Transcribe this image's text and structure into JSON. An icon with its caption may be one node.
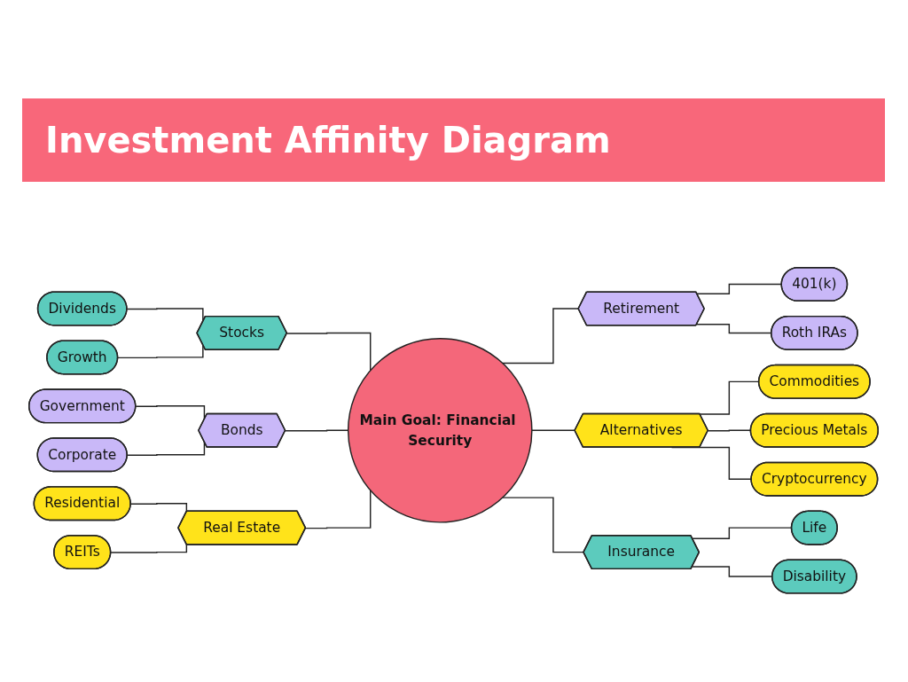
{
  "diagram": {
    "title": "Investment Affinity Diagram",
    "nodes": [
      {
        "text": [
          "Main Goal: Financial Security"
        ]
      },
      {
        "text": [
          "Stocks"
        ]
      },
      {
        "text": [
          "Dividends"
        ]
      },
      {
        "text": [
          "Growth"
        ]
      },
      {
        "text": [
          "Bonds"
        ]
      },
      {
        "text": [
          "Government"
        ]
      },
      {
        "text": [
          "Corporate"
        ]
      },
      {
        "text": [
          "Real Estate"
        ]
      },
      {
        "text": [
          "Residential"
        ]
      },
      {
        "text": [
          "REITs"
        ]
      },
      {
        "text": [
          "Retirement"
        ]
      },
      {
        "text": [
          "401(k)"
        ]
      },
      {
        "text": [
          "Roth IRAs"
        ]
      },
      {
        "text": [
          "Alternatives"
        ]
      },
      {
        "text": [
          "Commodities"
        ]
      },
      {
        "text": [
          "Precious Metals"
        ]
      },
      {
        "text": [
          "Cryptocurrency"
        ]
      },
      {
        "text": [
          "Insurance"
        ]
      },
      {
        "text": [
          "Life"
        ]
      },
      {
        "text": [
          "Disability"
        ]
      }
    ],
    "edges": [
      {
        "from": 2,
        "to": 1,
        "arrow": "none"
      },
      {
        "from": 3,
        "to": 1,
        "arrow": "none"
      },
      {
        "from": 1,
        "to": 0,
        "arrow": "none"
      },
      {
        "from": 5,
        "to": 4,
        "arrow": "none"
      },
      {
        "from": 6,
        "to": 4,
        "arrow": "none"
      },
      {
        "from": 4,
        "to": 0,
        "arrow": "none"
      },
      {
        "from": 8,
        "to": 7,
        "arrow": "none"
      },
      {
        "from": 9,
        "to": 7,
        "arrow": "none"
      },
      {
        "from": 7,
        "to": 0,
        "arrow": "none"
      },
      {
        "from": 0,
        "to": 10,
        "arrow": "none"
      },
      {
        "from": 10,
        "to": 11,
        "arrow": "none"
      },
      {
        "from": 10,
        "to": 12,
        "arrow": "none"
      },
      {
        "from": 0,
        "to": 13,
        "arrow": "none"
      },
      {
        "from": 13,
        "to": 14,
        "arrow": "none"
      },
      {
        "from": 13,
        "to": 15,
        "arrow": "none"
      },
      {
        "from": 13,
        "to": 16,
        "arrow": "none"
      },
      {
        "from": 0,
        "to": 17,
        "arrow": "none"
      },
      {
        "from": 17,
        "to": 18,
        "arrow": "none"
      },
      {
        "from": 17,
        "to": 19,
        "arrow": "none"
      }
    ]
  }
}
